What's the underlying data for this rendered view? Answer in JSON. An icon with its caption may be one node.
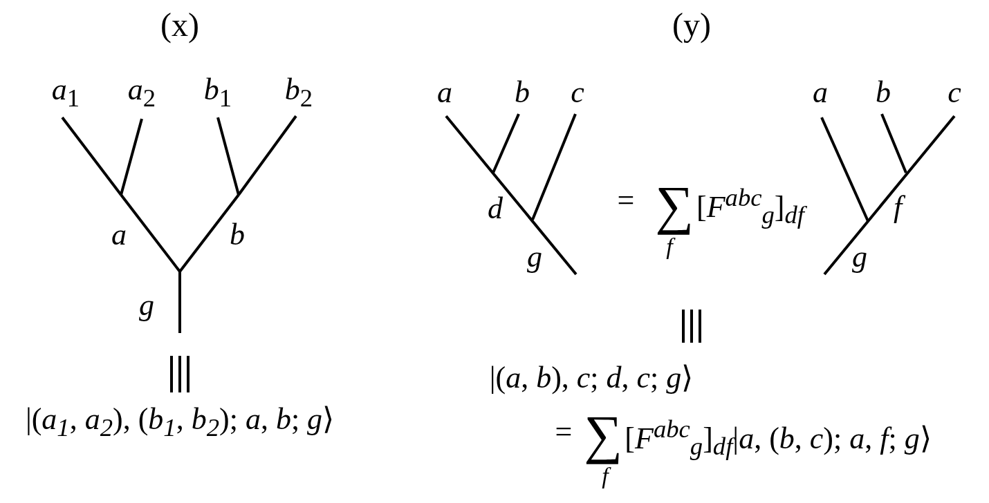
{
  "diagram": {
    "labels": [
      "(x)",
      "(y)",
      "*a*$_{1}$",
      "*a*$_{2}$",
      "*b*$_{1}$",
      "*b*$_{2}$",
      "a",
      "b",
      "c",
      "a",
      "b",
      "c",
      "a",
      "b",
      "d",
      "=",
      "∑",
      "f",
      "[*F*$^{abc}$$_{g}$]$_{df}$",
      "f",
      "g",
      "g",
      "g",
      "|(*a*$_{1}$, *a*$_{2}$), (*b*$_{1}$, *b*$_{2}$); *a*, *b*; *g*⟩",
      "|(*a*, *b*), *c*; *d*, *c*; *g*⟩",
      "=",
      "∑",
      "f",
      "[*F*$^{abc}$$_{g}$]$_{df}$|*a*, (*b*, *c*); *a*, *f*; *g*⟩"
    ]
  }
}
